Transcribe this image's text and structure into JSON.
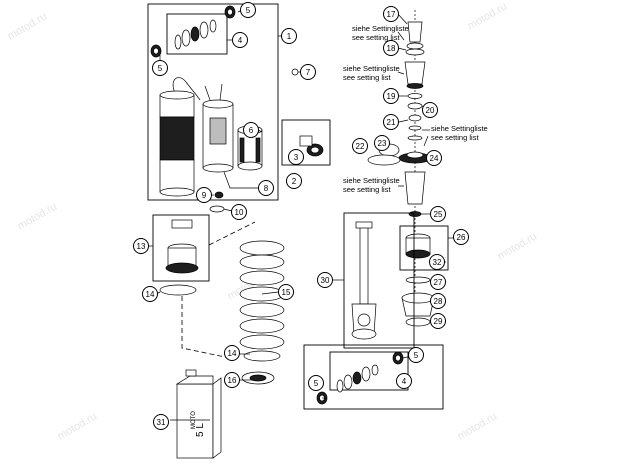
{
  "watermark": "motod.ru",
  "callouts": [
    {
      "label": "1"
    },
    {
      "label": "2"
    },
    {
      "label": "3"
    },
    {
      "label": "4"
    },
    {
      "label": "4"
    },
    {
      "label": "5"
    },
    {
      "label": "5"
    },
    {
      "label": "5"
    },
    {
      "label": "5"
    },
    {
      "label": "6"
    },
    {
      "label": "7"
    },
    {
      "label": "8"
    },
    {
      "label": "9"
    },
    {
      "label": "10"
    },
    {
      "label": "13"
    },
    {
      "label": "14"
    },
    {
      "label": "14"
    },
    {
      "label": "15"
    },
    {
      "label": "16"
    },
    {
      "label": "17"
    },
    {
      "label": "18"
    },
    {
      "label": "19"
    },
    {
      "label": "20"
    },
    {
      "label": "21"
    },
    {
      "label": "22"
    },
    {
      "label": "23"
    },
    {
      "label": "24"
    },
    {
      "label": "25"
    },
    {
      "label": "26"
    },
    {
      "label": "27"
    },
    {
      "label": "28"
    },
    {
      "label": "29"
    },
    {
      "label": "30"
    },
    {
      "label": "31"
    },
    {
      "label": "32"
    }
  ],
  "notes": [
    {
      "line1": "siehe Settingliste",
      "line2": "see setting list"
    },
    {
      "line1": "siehe Settingliste",
      "line2": "see setting list"
    },
    {
      "line1": "siehe Settingliste",
      "line2": "see setting list"
    },
    {
      "line1": "siehe Settingliste",
      "line2": "see setting list"
    }
  ],
  "can_label": "5 L",
  "can_brand": "MOTO"
}
